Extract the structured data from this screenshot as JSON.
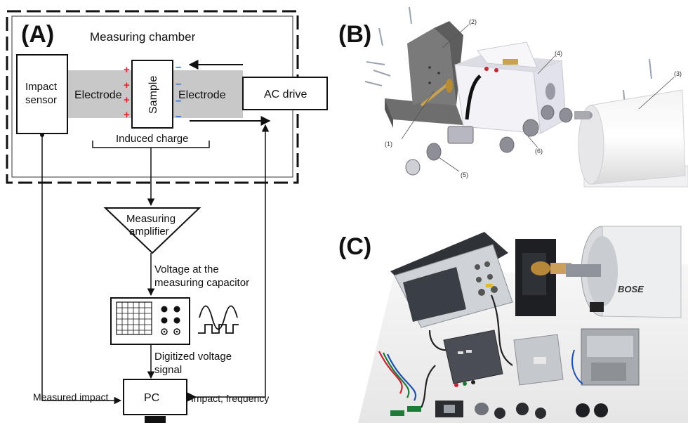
{
  "panel_a": {
    "letter": "(A)",
    "chamber_title": "Measuring chamber",
    "impact_sensor": [
      "Impact",
      "sensor"
    ],
    "electrode_left": "Electrode",
    "sample": "Sample",
    "electrode_right": "Electrode",
    "ac_drive": "AC drive",
    "induced_charge": "Induced charge",
    "amplifier": [
      "Measuring",
      "amplifier"
    ],
    "voltage_note": [
      "Voltage at the",
      "measuring capacitor"
    ],
    "digitized_note": [
      "Digitized voltage",
      "signal"
    ],
    "pc": "PC",
    "measured_impact": "Measured impact",
    "impact_frequency": "Impact, frequency",
    "plus_sign": "+",
    "minus_sign": "–"
  },
  "panel_b": {
    "letter": "(B)",
    "callouts": [
      "(1)",
      "(2)",
      "(3)",
      "(4)",
      "(5)",
      "(6)"
    ]
  },
  "panel_c": {
    "letter": "(C)",
    "brand": "BOSE"
  },
  "colors": {
    "electrode_fill": "#c8c8c8",
    "plus": "#e0262a",
    "minus": "#2a6fd6"
  }
}
